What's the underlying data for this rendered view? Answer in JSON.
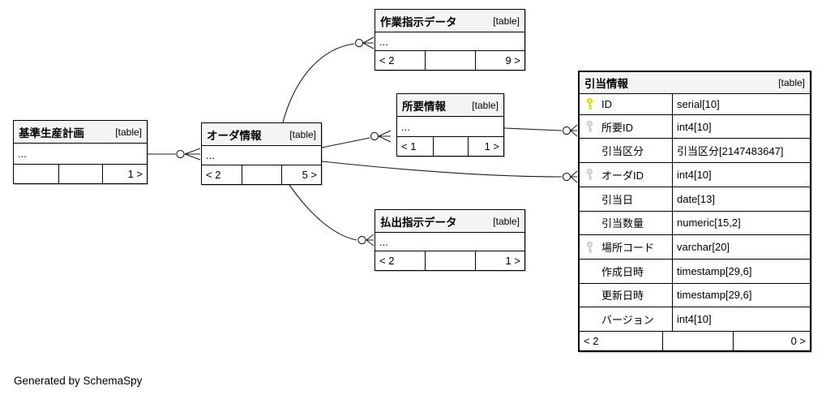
{
  "diagram": {
    "generator_note": "Generated by SchemaSpy"
  },
  "colors": {
    "primary_key_icon": "#d9d900",
    "foreign_key_icon": "#c6c6c6",
    "header_background": "#f4f4f4",
    "border": "#000000",
    "background": "#ffffff"
  },
  "tables": {
    "base_production_plan": {
      "name": "基準生産計画",
      "tag": "[table]",
      "body_ellipsis": "...",
      "footer_cells": [
        "",
        "",
        "1 >"
      ]
    },
    "order_info": {
      "name": "オーダ情報",
      "tag": "[table]",
      "body_ellipsis": "...",
      "footer_cells": [
        "< 2",
        "",
        "5 >"
      ]
    },
    "work_instruction_data": {
      "name": "作業指示データ",
      "tag": "[table]",
      "body_ellipsis": "...",
      "footer_cells": [
        "< 2",
        "",
        "9 >"
      ]
    },
    "requirement_info": {
      "name": "所要情報",
      "tag": "[table]",
      "body_ellipsis": "...",
      "footer_cells": [
        "< 1",
        "",
        "1 >"
      ]
    },
    "issue_instruction_data": {
      "name": "払出指示データ",
      "tag": "[table]",
      "body_ellipsis": "...",
      "footer_cells": [
        "< 2",
        "",
        "1 >"
      ]
    },
    "allocation_info": {
      "name": "引当情報",
      "tag": "[table]",
      "columns": [
        {
          "icon": "primary-key-icon",
          "name": "ID",
          "type": "serial[10]"
        },
        {
          "icon": "foreign-key-icon",
          "name": "所要ID",
          "type": "int4[10]"
        },
        {
          "icon": "",
          "name": "引当区分",
          "type": "引当区分[2147483647]"
        },
        {
          "icon": "foreign-key-icon",
          "name": "オーダID",
          "type": "int4[10]"
        },
        {
          "icon": "",
          "name": "引当日",
          "type": "date[13]"
        },
        {
          "icon": "",
          "name": "引当数量",
          "type": "numeric[15,2]"
        },
        {
          "icon": "foreign-key-icon",
          "name": "場所コード",
          "type": "varchar[20]"
        },
        {
          "icon": "",
          "name": "作成日時",
          "type": "timestamp[29,6]"
        },
        {
          "icon": "",
          "name": "更新日時",
          "type": "timestamp[29,6]"
        },
        {
          "icon": "",
          "name": "バージョン",
          "type": "int4[10]"
        }
      ],
      "footer_cells": [
        "< 2",
        "",
        "0 >"
      ]
    }
  }
}
